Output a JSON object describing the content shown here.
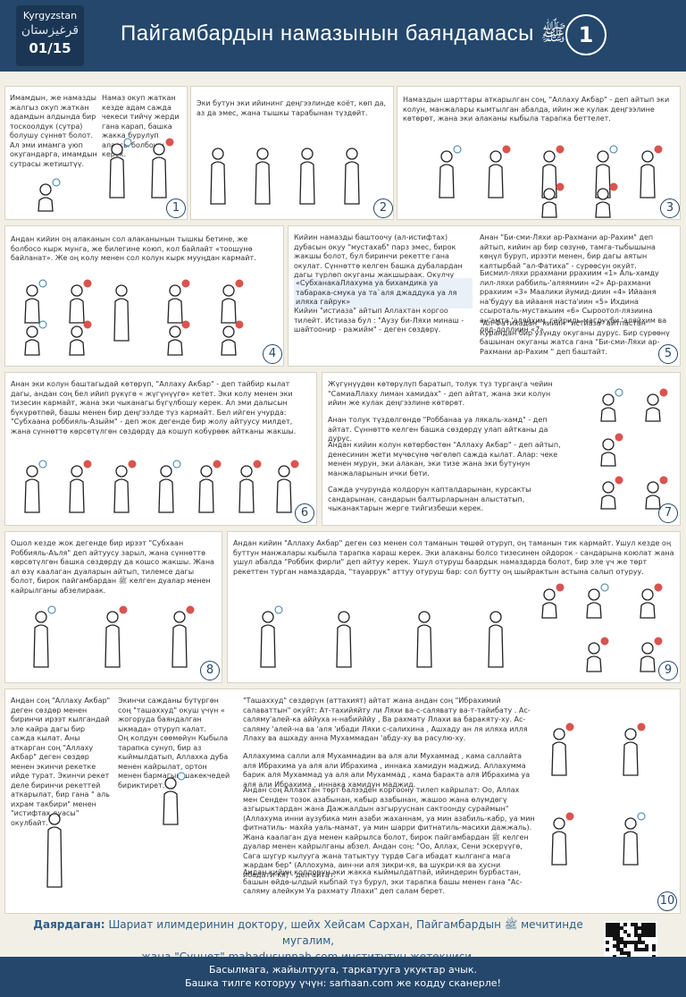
{
  "header": {
    "country": "Kyrgyzstan",
    "country_arabic": "قرغيزستان",
    "page": "01/15",
    "title": "Пайгамбардын намазынын баяндамасы ﷺ",
    "number": "1"
  },
  "panels": [
    {
      "num": "1",
      "texts": [
        "Имамдын, же намазды жалгыз окуп жаткан адамдын алдында бир тоскоолдук (сутра) болушу сүннөт болот. Ал эми имамга уюп окугандарга, имамдын сутрасы жетиштүү.",
        "Намаз окуп жаткан кезде адам сажда чекеси тийчү жерди гана карап, башка жакка бурулуп алаксы болбошу керек."
      ]
    },
    {
      "num": "2",
      "texts": [
        "Эки бутун эки ийининг деңгээлинде коёт, көп да, аз да эмес, жана тышкы тарабынан түздөйт."
      ]
    },
    {
      "num": "3",
      "texts": [
        "Намаздын шарттары аткарылган соң, \"Аллаху Акбар\" - деп айтып эки колун, манжалары кымтылган абалда, ийин же кулак деңгээлине көтөрөт, жана эки алаканы кыбыла тарапка беттелет."
      ]
    },
    {
      "num": "4",
      "texts": [
        "Андан кийин оң алаканын сол алаканынын тышкы бетине, же болбосо кырк мунга, же билегине коюп, кол байлайт «тоошунө байланат». Же оң колу менен сол колун кырк мууңдан кармайт."
      ]
    },
    {
      "num": "5",
      "texts": [
        "Кийин намазды баштоочу (ал-истифтах) дубасын окуу \"мустахаб\" парз эмес, бирок жакшы болот, бул биринчи рекетте гана окулат. Сүннөттө келген башка дубалардан дагы түрлөп окуганы жакшыраак. Окулчу дуба :",
        "«СубханакаЛлахума уа бихамдика уа табарака-смука уа та`аля джаддука уа ля иляха гайрук»",
        "Кийин \"истиаза\" айтып Аллахтан коргоо тилейт. Истиаза бул : \"Аузу би-Ляхи минаш - шайтоонир - ражийм\" - деген сөздөрү.",
        "Анан \"Би-сми-Ляхи ар-Рахмани ар-Рахим\" деп айтып, кийин ар бир сөзүнө, тамга-тыбышына көңүл буруп, ирээти менен, бир дагы аятын калтырбай \"ал-Фатиха\" - сүрөөсүн окуйт.",
        "Бисмил-ляхи ррахмани ррахиим «1» Аль-хамду лил-ляхи раббиль-'аляямиин «2» Ар-рахмани ррахиим «3» Маалики йумид-диин «4» Ийааня на'будуу ва ийааня наста'иин «5» Ихдина ссыроталь-мустакыим «6» Сыроотол-лязиина ан'амта 'аляйхим, гайриль-магдууби 'аляйхим ва ляд-доллиин «7»",
        "\"Ал-Фатихадан\" кийин \"истиаза\" айтпастан Курандан бир узүнду окуганы дурус. Бир сүрөөнү башынан окуганы жатса гана \"Би-сми-Ляхи ар-Рахмани ар-Рахим \" деп баштайт."
      ]
    },
    {
      "num": "6",
      "texts": [
        "Анан эки колун баштагыдай көтөрүп, \"Аллаху Акбар\" - деп тайбир кылат дагы, андан соң бел ийип рүкүгө « жүгүнүүгө» кетет. Эки колу менен эки тизесин кармайт, жана эки чыканагы бүгүлбошу керек. Ал эми далысын бүкүрөтпөй, башы менен бир деңгээлде түз кармайт. Бел ийген учурда: \"Субхаана роббияль-Азыйм\" - деп жок дегенде бир жолу айтуусу милдет, жана сүннөттө көрсөтүлгөн сөздөрдү да кошуп кобүрөөк айтканы жакшы."
      ]
    },
    {
      "num": "7",
      "texts": [
        "Жүгүнүүдөн көтөрүлүп баратып, толук түз тургаңга чейин \"СамиаЛлаху лиман хамидах\" - деп айтат, жана эки колун ийин же кулак деңгээлине көтөрөт.",
        "Анан толук түздөлгөндө \"Роббанаа уа лякаль-хамд\" - деп айтат. Сүннөттө келген башка сөздөрдү улап айтканы да дурус.",
        "Андан кийин колун көтөрбөстөн \"Аллаху Акбар\" - деп айтып, денесинин жети мүчөсүнө чөгөлөп сажда кылат. Алар: чеке менен мурун, эки алакан, эки тизе жана эки бутунун манжаларынын ички бети.",
        "Сажда учурунда колдорун капталдарынан, курсакты сандарынан, сандарын балтырларынан алыстатып, чыканактарын жерге тийгизбеши керек."
      ]
    },
    {
      "num": "8",
      "texts": [
        "Ошол кезде жок дегенде бир ирээт \"Субхаан Роббияль-Аъля\" деп айтуусу зарыл, жана сүннөттө көрсөтүлгөн башка сөздөрдү да кошсо жакшы. Жана ал өзү каалаган дуаларын айтып, тилемсе дагы болот, бирок пайгамбардан ﷺ келген дуалар менен кайрылганы абзелираак."
      ]
    },
    {
      "num": "9",
      "texts": [
        "Андан кийин \"Аллаху Акбар\" деген сөз менен сол таманын төшөй отуруп, оң таманын тик кармайт. Ушул кезде оң буттун манжалары кыбыла тарапка караш керек. Эки алаканы болсо тизесинен ойдорок - сандарына коюлат жана ушул абалда \"Роббик фирли\" деп айтуу керек. Ушул отуруш баардык намаздарда болот, бир эле үч же төрт рекеттен турган намаздарда, \"тауаррук\" аттуу отуруш бар: сол бутту оң шыйрактын астына салып отуруу."
      ]
    },
    {
      "num": "10",
      "texts": [
        "Андан соң \"Аллаху Акбар\" деген сөздөр менен биринчи ирээт кылгандай эле кайра дагы бир сажда кылат. Аны аткарган соң \"Аллаху Акбар\" деген сөздөр менен экинчи рекетке ийде турат. Экинчи рекет деле биринчи рекеттей аткарылат, бир гана \" аль ихрам такбири\" менен \"истифтах дуасы\" окулбайт.",
        "Экинчи сажданы бүтүргөн соң \"ташаххуд\" окуш үчүн « жогоруда баяндалган ыкмада» отуруп калат.",
        "Оң колдун сөөмөйүн Кыбыла тарапка сунуп, бир аз кыймылдатып, Аллахка дуба менен кайрылат, ортон менен бармагын шакекчедей бириктирет.",
        "\"Ташаххуд\" сөздөрүн (аттахият) айтат жана андан соң \"Ибрахимий салаваттын\" окуйт: Ат-тахийяйту ли Ляхи ва-с-салявату ва-т-тайибату . Ас-саляму'алей-ка аййуха н-набийййу , Ва рахмату Ллахи ва баракяту-ху. Ас-саляму 'алей-на ва 'аля 'ибади Ляхи с-салихина , Ашхаду ан ля иляха илля Ллаху ва ашхаду анна Мухаммадан 'абду-ху ва расулю-ху.",
        "Аллахумма салли аля Мухаммадин ва аля али Мухаммад , кама саллайта аля Ибрахима уа аля али Ибрахима , иннака хамидун маджид. Аллахумма барик аля Мухаммад уа аля али Мухаммад , кама баракта аля Ибрахима уа аля али Ибрахима , иннака хамидун маджид.",
        "Андан соң Аллахтан төрт балээден коргоону тилеп кайрылат: Оо, Аллах мен Сенден тозок азабынан, кабыр азабынан, жашоо жана өлүмдөгү азгырыктардан жана Дажжалдын азгырууснан сактоонду сураймын\" (Аллахума инни аузубика мин азаби жаханнам, уа мин азабиль-кабр, уа мин фитнатиль- махйа уаль-мамат, уа мин шарри фитнатиль-масихи дажжаль). Жана каалаган дуа менен кайрылса болот, бирок пайгамбардан ﷺ келген дуалар менен кайрылганы абзел. Андан соң: \"Оо, Аллах, Сени эскерүүгө, Сага шүгүр кылууга жана татыктуу түрдө Сага ибадат кылганга мага жардам бер\" (Аллохума, аин-ни аля зикри-кя, ва шукри-кя ва хусни ибадати-кя) - деп айтат.",
        "Андан кийин колдорун эки жакка кыймылдатпай, ийиндерин бурбастан, башын өйдө-ылдый кыбпай түз бурул, эки тарапка башы менен гана \"Ас-саляму алейкум Уа рахмату Ллахи\" деп салам берет."
      ]
    }
  ],
  "footer": {
    "credit_label": "Даярдаган:",
    "credit_line1": "Шариат илимдеринин доктору, шейх Хейсам Сархан, Пайгамбардын ﷺ мечитинде мугалим,",
    "credit_line2": "жана \"Сүннөт\" mahadusunnah.com институтун жетекчиси.",
    "bar_line1": "Басылмага, жайылтууга, таркатууга укуктар ачык.",
    "bar_line2": "Башка тилге которуу үчүн: sarhaan.com же кодду сканерле!"
  }
}
